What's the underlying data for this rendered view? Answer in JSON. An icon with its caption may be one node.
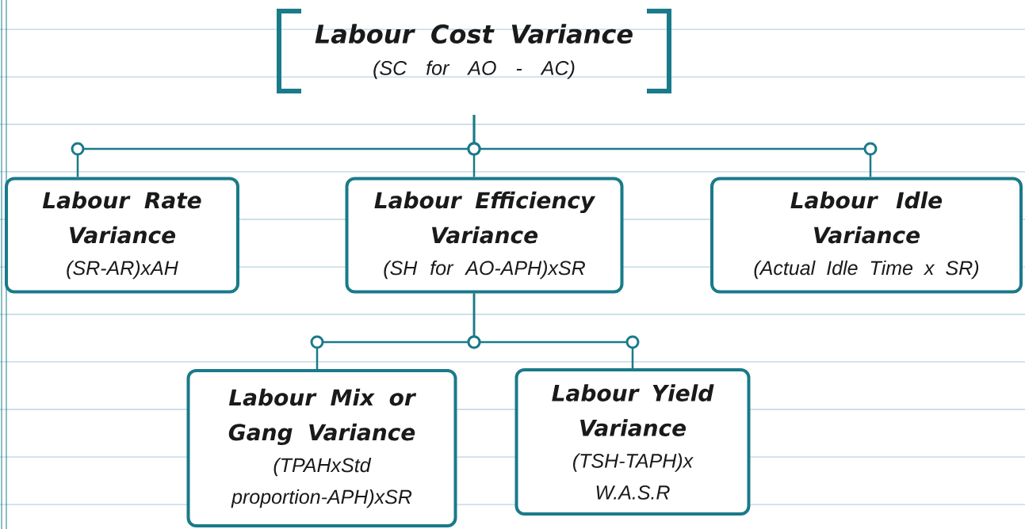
{
  "diagram": {
    "nodes": [
      {
        "text": [
          "Labour Cost Variance",
          "(SC for AO - AC)"
        ]
      },
      {
        "text": [
          "Labour Rate Variance",
          "(SR-AR)xAH"
        ]
      },
      {
        "text": [
          "Labour Efficiency Variance",
          "(SH for AO-APH)xSR"
        ]
      },
      {
        "text": [
          "Labour Idle Variance",
          "(Actual Idle Time x SR)"
        ]
      },
      {
        "text": [
          "Labour Mix or Gang Variance",
          "(TPAHxStd proportion-APH)xSR"
        ]
      },
      {
        "text": [
          "Labour Yield Variance",
          "(TSH-TAPH)x W.A.S.R"
        ]
      }
    ],
    "edges": [
      {
        "from": 0,
        "to": 1,
        "arrow": "none"
      },
      {
        "from": 0,
        "to": 2,
        "arrow": "none"
      },
      {
        "from": 0,
        "to": 3,
        "arrow": "none"
      },
      {
        "from": 2,
        "to": 4,
        "arrow": "none"
      },
      {
        "from": 2,
        "to": 5,
        "arrow": "none"
      }
    ]
  }
}
